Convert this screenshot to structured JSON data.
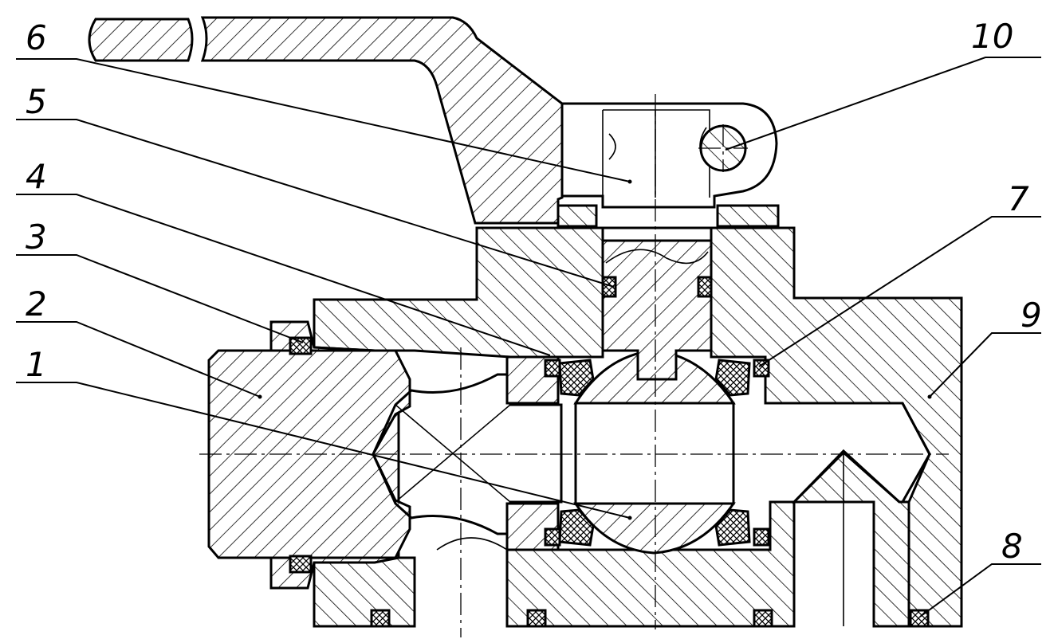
{
  "callouts": [
    {
      "num": "1"
    },
    {
      "num": "2"
    },
    {
      "num": "3"
    },
    {
      "num": "4"
    },
    {
      "num": "5"
    },
    {
      "num": "6"
    },
    {
      "num": "7"
    },
    {
      "num": "8"
    },
    {
      "num": "9"
    },
    {
      "num": "10"
    }
  ]
}
